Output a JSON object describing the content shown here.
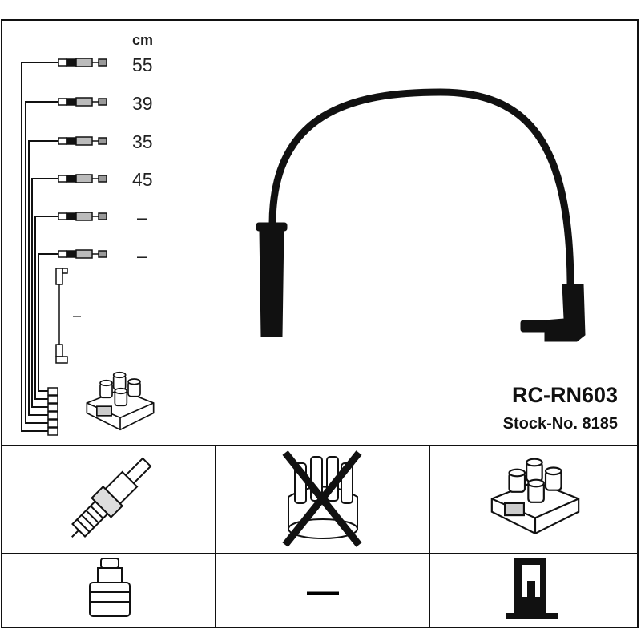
{
  "part_number": "RC-RN603",
  "stock_number": "Stock-No. 8185",
  "length_unit": "cm",
  "cables": [
    {
      "length": "55"
    },
    {
      "length": "39"
    },
    {
      "length": "35"
    },
    {
      "length": "45"
    },
    {
      "length": "–"
    },
    {
      "length": "–"
    }
  ],
  "extra_cable_length": "–",
  "compatibility": {
    "spark_plug_connector": "—"
  }
}
